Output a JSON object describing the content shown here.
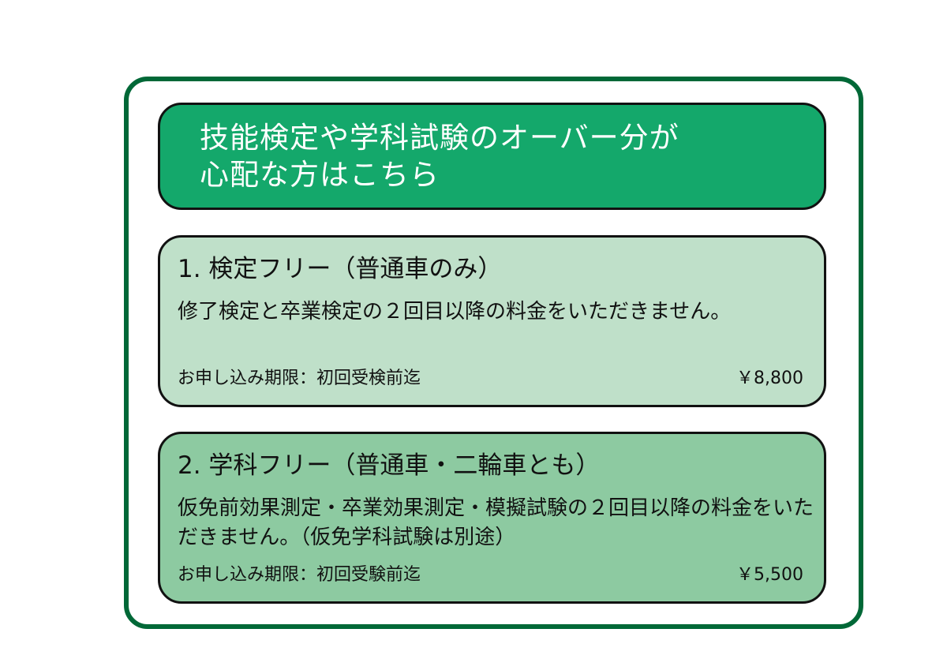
{
  "header": {
    "title_line1": "技能検定や学科試験のオーバー分が",
    "title_line2": "心配な方はこちら"
  },
  "colors": {
    "frame": "#006837",
    "header": "#14a86b",
    "card1": "#bfe0c9",
    "card2": "#8dcaa1"
  },
  "plans": [
    {
      "title": "1. 検定フリー（普通車のみ）",
      "description": "修了検定と卒業検定の２回目以降の料金をいただきません。",
      "deadline": "お申し込み期限：初回受検前迄",
      "price": "￥8,800"
    },
    {
      "title": "2. 学科フリー（普通車・二輪車とも）",
      "description": "仮免前効果測定・卒業効果測定・模擬試験の２回目以降の料金をいただきません。（仮免学科試験は別途）",
      "deadline": "お申し込み期限：初回受験前迄",
      "price": "￥5,500"
    }
  ]
}
